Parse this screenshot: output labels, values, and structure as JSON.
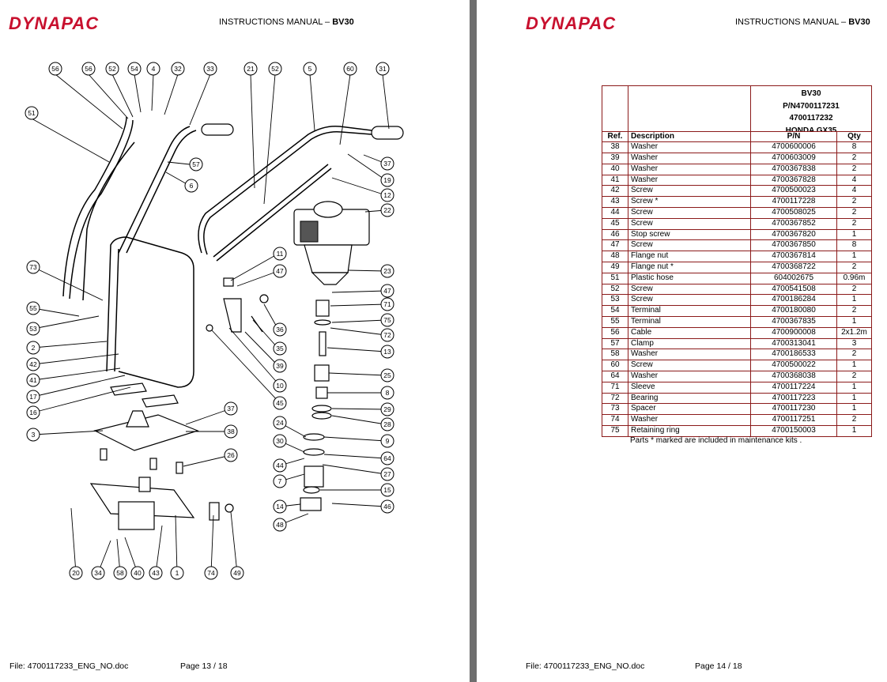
{
  "left_page": {
    "logo": "DYNAPAC",
    "header": {
      "prefix": "INSTRUCTIONS MANUAL – ",
      "model": "BV30"
    },
    "footer": {
      "file": "File: 4700117233_ENG_NO.doc",
      "page": "Page 13 / 18"
    },
    "diagram_callouts": [
      "56",
      "56",
      "52",
      "54",
      "4",
      "32",
      "33",
      "21",
      "52",
      "5",
      "60",
      "31",
      "51",
      "57",
      "6",
      "19",
      "37",
      "12",
      "22",
      "11",
      "47",
      "73",
      "23",
      "47",
      "71",
      "75",
      "72",
      "13",
      "36",
      "35",
      "39",
      "55",
      "53",
      "2",
      "42",
      "41",
      "17",
      "16",
      "10",
      "45",
      "25",
      "8",
      "29",
      "28",
      "9",
      "37",
      "38",
      "3",
      "26",
      "24",
      "30",
      "44",
      "7",
      "64",
      "27",
      "15",
      "14",
      "46",
      "48",
      "20",
      "34",
      "58",
      "40",
      "43",
      "1",
      "74",
      "49"
    ]
  },
  "right_page": {
    "logo": "DYNAPAC",
    "header": {
      "prefix": "INSTRUCTIONS MANUAL – ",
      "model": "BV30"
    },
    "footer": {
      "file": "File: 4700117233_ENG_NO.doc",
      "page": "Page 14 / 18"
    },
    "table": {
      "model_lines": [
        "BV30",
        "P/N4700117231",
        "4700117232",
        "HONDA GX35"
      ],
      "headers": {
        "ref": "Ref.",
        "description": "Description",
        "pn": "P/N",
        "qty": "Qty"
      },
      "rows": [
        {
          "ref": "38",
          "description": "Washer",
          "pn": "4700600006",
          "qty": "8"
        },
        {
          "ref": "39",
          "description": "Washer",
          "pn": "4700603009",
          "qty": "2"
        },
        {
          "ref": "40",
          "description": "Washer",
          "pn": "4700367838",
          "qty": "2"
        },
        {
          "ref": "41",
          "description": "Washer",
          "pn": "4700367828",
          "qty": "4"
        },
        {
          "ref": "42",
          "description": "Screw",
          "pn": "4700500023",
          "qty": "4"
        },
        {
          "ref": "43",
          "description": "Screw *",
          "pn": "4700117228",
          "qty": "2"
        },
        {
          "ref": "44",
          "description": "Screw",
          "pn": "4700508025",
          "qty": "2"
        },
        {
          "ref": "45",
          "description": "Screw",
          "pn": "4700367852",
          "qty": "2"
        },
        {
          "ref": "46",
          "description": "Stop screw",
          "pn": "4700367820",
          "qty": "1"
        },
        {
          "ref": "47",
          "description": "Screw",
          "pn": "4700367850",
          "qty": "8"
        },
        {
          "ref": "48",
          "description": "Flange nut",
          "pn": "4700367814",
          "qty": "1"
        },
        {
          "ref": "49",
          "description": "Flange nut *",
          "pn": "4700368722",
          "qty": "2"
        },
        {
          "ref": "51",
          "description": "Plastic hose",
          "pn": "604002675",
          "qty": "0.96m"
        },
        {
          "ref": "52",
          "description": "Screw",
          "pn": "4700541508",
          "qty": "2"
        },
        {
          "ref": "53",
          "description": "Screw",
          "pn": "4700186284",
          "qty": "1"
        },
        {
          "ref": "54",
          "description": "Terminal",
          "pn": "4700180080",
          "qty": "2"
        },
        {
          "ref": "55",
          "description": "Terminal",
          "pn": "4700367835",
          "qty": "1"
        },
        {
          "ref": "56",
          "description": "Cable",
          "pn": "4700900008",
          "qty": "2x1.2m"
        },
        {
          "ref": "57",
          "description": "Clamp",
          "pn": "4700313041",
          "qty": "3"
        },
        {
          "ref": "58",
          "description": "Washer",
          "pn": "4700186533",
          "qty": "2"
        },
        {
          "ref": "60",
          "description": "Screw",
          "pn": "4700500022",
          "qty": "1"
        },
        {
          "ref": "64",
          "description": "Washer",
          "pn": "4700368038",
          "qty": "2"
        },
        {
          "ref": "71",
          "description": "Sleeve",
          "pn": "4700117224",
          "qty": "1"
        },
        {
          "ref": "72",
          "description": "Bearing",
          "pn": "4700117223",
          "qty": "1"
        },
        {
          "ref": "73",
          "description": "Spacer",
          "pn": "4700117230",
          "qty": "1"
        },
        {
          "ref": "74",
          "description": "Washer",
          "pn": "4700117251",
          "qty": "2"
        },
        {
          "ref": "75",
          "description": "Retaining ring",
          "pn": "4700150003",
          "qty": "1"
        }
      ],
      "note": "Parts * marked are included in maintenance kits ."
    }
  },
  "colors": {
    "logo": "#c8102e",
    "table_border": "#8b1a1a",
    "gutter": "#6e6e6e"
  }
}
